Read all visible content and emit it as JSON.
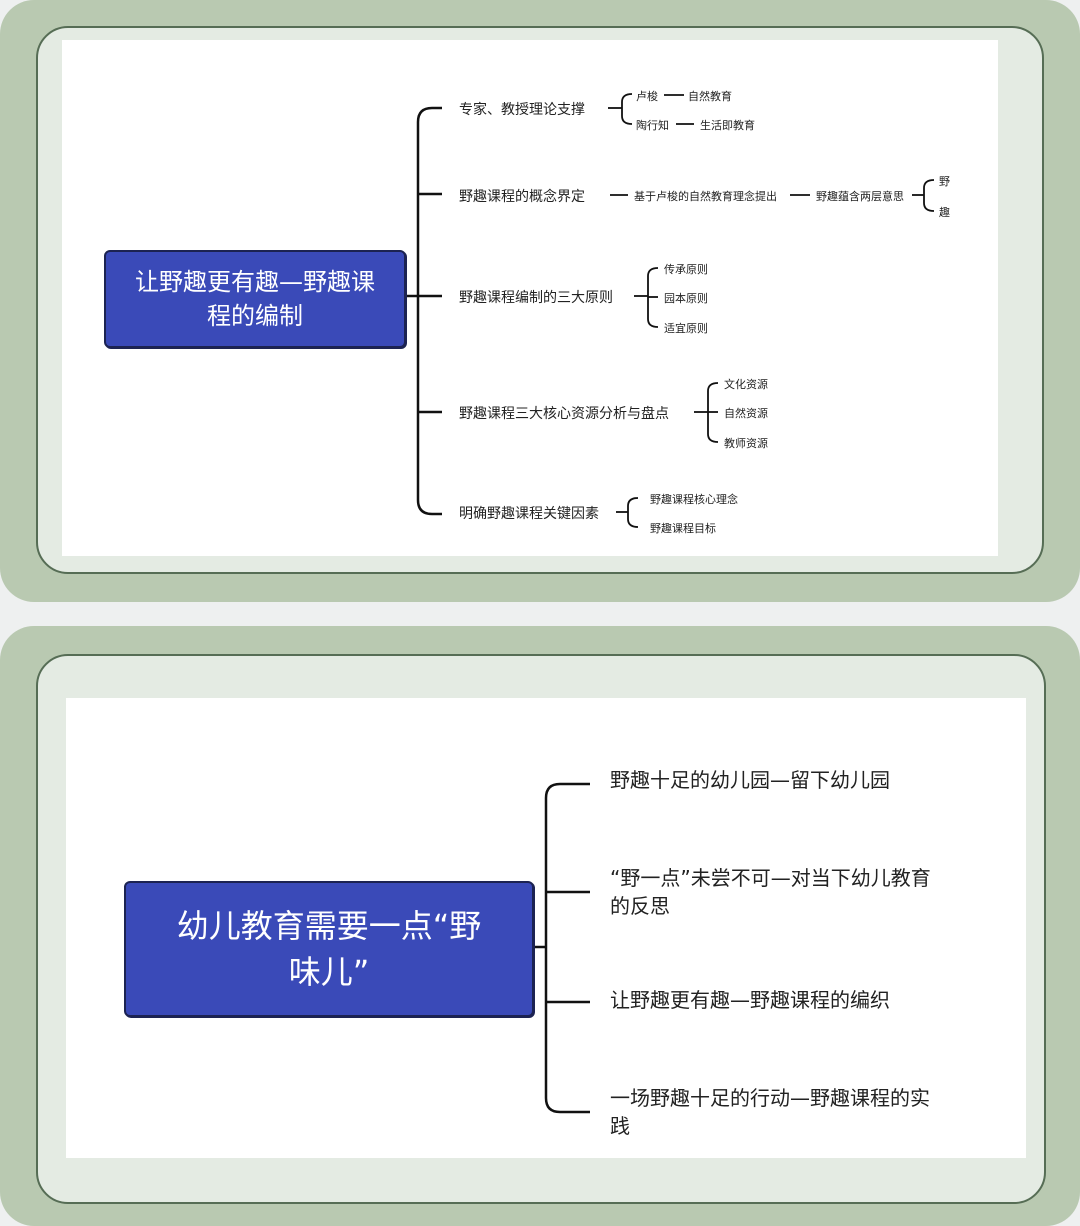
{
  "map1": {
    "root": {
      "line1": "让野趣更有趣—野趣课",
      "line2": "程的编制"
    },
    "branches": [
      {
        "label": "专家、教授理论支撑",
        "children": [
          {
            "label": "卢梭",
            "child": "自然教育"
          },
          {
            "label": "陶行知",
            "child": "生活即教育"
          }
        ]
      },
      {
        "label": "野趣课程的概念界定",
        "chain": [
          "基于卢梭的自然教育理念提出",
          "野趣蕴含两层意思"
        ],
        "leaves": [
          "野",
          "趣"
        ]
      },
      {
        "label": "野趣课程编制的三大原则",
        "children": [
          "传承原则",
          "园本原则",
          "适宜原则"
        ]
      },
      {
        "label": "野趣课程三大核心资源分析与盘点",
        "children": [
          "文化资源",
          "自然资源",
          "教师资源"
        ]
      },
      {
        "label": "明确野趣课程关键因素",
        "children": [
          "野趣课程核心理念",
          "野趣课程目标"
        ]
      }
    ]
  },
  "map2": {
    "root": {
      "line1": "幼儿教育需要一点“野",
      "line2": "味儿”"
    },
    "branches": [
      {
        "line1": "野趣十足的幼儿园—留下幼儿园",
        "line2": ""
      },
      {
        "line1": "“野一点”未尝不可—对当下幼儿教育",
        "line2": "的反思"
      },
      {
        "line1": "让野趣更有趣—野趣课程的编织",
        "line2": ""
      },
      {
        "line1": "一场野趣十足的行动—野趣课程的实",
        "line2": "践"
      }
    ]
  },
  "colors": {
    "card": "#b9c9b1",
    "inner": "#e4ebe3",
    "border": "#566d55",
    "node": "#3a4ab8",
    "node_border": "#1c2352"
  }
}
